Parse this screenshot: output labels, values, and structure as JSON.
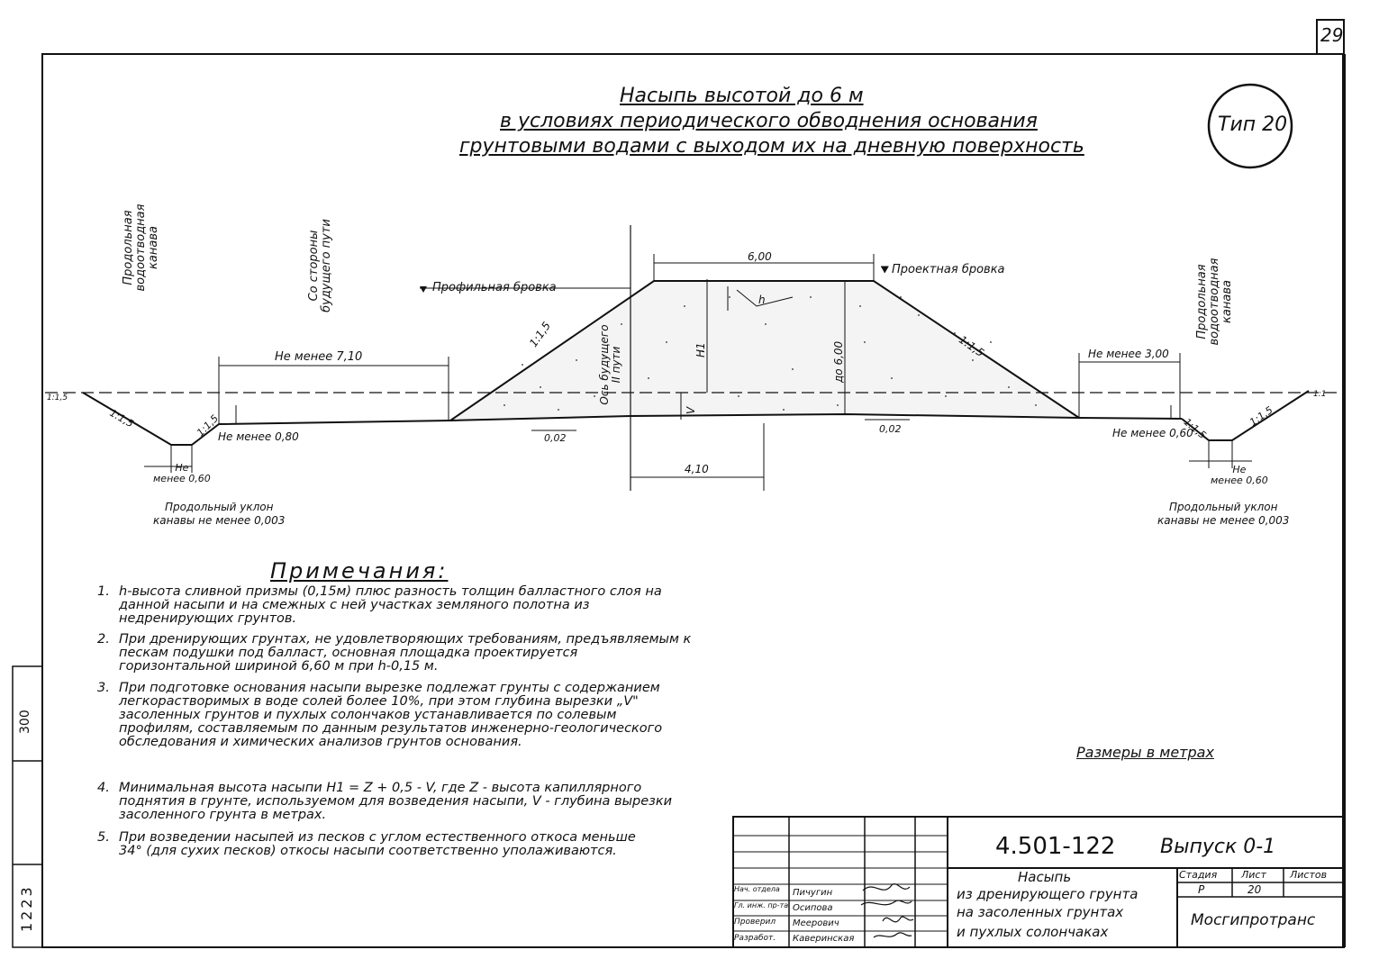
{
  "sheet": {
    "page_number": "29",
    "type_label": "Тип 20",
    "title_lines": [
      "Насыпь высотой до 6 м",
      "в условиях периодического обводнения основания",
      "грунтовыми водами с выходом их на дневную поверхность"
    ]
  },
  "drawing": {
    "left_ditch_label": [
      "Продольная",
      "водоотводная",
      "канава"
    ],
    "right_ditch_label": [
      "Продольная",
      "водоотводная",
      "канава"
    ],
    "future_track_side": [
      "Со стороны",
      "будущего пути"
    ],
    "profile_edge": "Профильная бровка",
    "design_edge": "Проектная бровка",
    "top_width": "6,00",
    "h_label": "h",
    "h1_label": "H1",
    "v_label": "V",
    "height_label": "до 6,00",
    "axis_label": [
      "Ось будущего",
      "II пути"
    ],
    "slope_left": "1:1,5",
    "slope_right": "1:1,5",
    "min_left": "Не менее 7,10",
    "min_right": "Не менее 3,00",
    "min_08": "Не менее 0,80",
    "min_06_right": "Не менее 0,60",
    "ditch_slope_l1": "1:1,5",
    "ditch_slope_l2": "1:1,5",
    "ditch_slope_r1": "1:1,5",
    "ditch_slope_r2": "1:1,5",
    "edge_slope_l": "1:1,5",
    "edge_slope_r": "1:1",
    "grade_left": "0,02",
    "grade_right": "0,02",
    "dim_410": "4,10",
    "ditch_bottom_left": [
      "Не",
      "менее 0,60"
    ],
    "ditch_bottom_right": [
      "Не",
      "менее 0,60"
    ],
    "ditch_grade_left": [
      "Продольный уклон",
      "канавы не менее 0,003"
    ],
    "ditch_grade_right": [
      "Продольный уклон",
      "канавы не менее 0,003"
    ]
  },
  "notes": {
    "heading": "Примечания:",
    "items": [
      {
        "num": "1.",
        "text": "h-высота сливной призмы (0,15м) плюс разность толщин балластного слоя на данной насыпи и на смежных с ней участках земляного полотна из недренирующих грунтов."
      },
      {
        "num": "2.",
        "text": "При дренирующих грунтах, не удовлетворяющих требованиям, предъявляемым к пескам подушки под балласт, основная площадка проектируется горизонтальной шириной 6,60 м при h-0,15 м."
      },
      {
        "num": "3.",
        "text": "При подготовке основания насыпи вырезке подлежат грунты с содержанием легкорастворимых в воде солей более 10%, при этом глубина вырезки „V\" засоленных грунтов и пухлых солончаков устанавливается по солевым профилям, составляемым по данным результатов инженерно-геологического обследования и химических анализов грунтов основания."
      },
      {
        "num": "4.",
        "text": "Минимальная высота насыпи H1 = Z + 0,5 - V, где Z - высота капиллярного поднятия в грунте, используемом для возведения насыпи, V - глубина вырезки засоленного грунта в метрах."
      },
      {
        "num": "5.",
        "text": "При возведении насыпей из песков с углом естественного откоса меньше 34° (для сухих песков) откосы насыпи соответственно уполаживаются."
      }
    ]
  },
  "dimensions_note": "Размеры в метрах",
  "side_margin": {
    "top": "300",
    "bottom": "1223"
  },
  "stamp": {
    "doc_code": "4.501-122",
    "issue": "Выпуск 0-1",
    "title_lines": [
      "Насыпь",
      "из дренирующего грунта",
      "на засоленных грунтах",
      "и пухлых солончаках"
    ],
    "col_headers": [
      "Стадия",
      "Лист",
      "Листов"
    ],
    "stage": "Р",
    "sheet": "20",
    "sheets": "",
    "org": "Мосгипротранс",
    "people": [
      {
        "role": "Нач. отдела",
        "name": "Пичугин"
      },
      {
        "role": "Гл. инж. пр-та",
        "name": "Осипова"
      },
      {
        "role": "Проверил",
        "name": "Меерович"
      },
      {
        "role": "Разработ.",
        "name": "Каверинская"
      }
    ]
  }
}
